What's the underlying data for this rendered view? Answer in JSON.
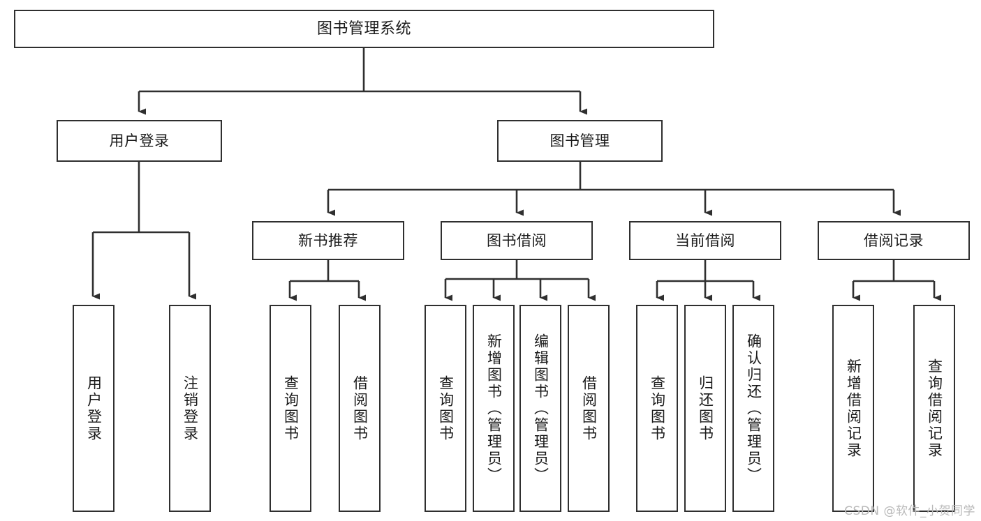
{
  "diagram": {
    "title": "图书管理系统",
    "type": "tree",
    "line_color": "#2f2f2f",
    "box_fill": "#ffffff",
    "text_color": "#1a1a1a",
    "watermark": "CSDN @软件_小贺同学",
    "nodes": {
      "root": {
        "label": "图书管理系统"
      },
      "level2": [
        {
          "id": "user-login",
          "label": "用户登录"
        },
        {
          "id": "book-admin",
          "label": "图书管理"
        }
      ],
      "level3": [
        {
          "id": "new-book-recommend",
          "label": "新书推荐"
        },
        {
          "id": "book-borrow",
          "label": "图书借阅"
        },
        {
          "id": "current-borrow",
          "label": "当前借阅"
        },
        {
          "id": "borrow-record",
          "label": "借阅记录"
        }
      ],
      "leaves": {
        "user_login": [
          {
            "id": "leaf-user-login",
            "label": "用户登录"
          },
          {
            "id": "leaf-logout-login",
            "label": "注销登录"
          }
        ],
        "new_book_recommend": [
          {
            "id": "leaf-query-book-1",
            "label": "查询图书"
          },
          {
            "id": "leaf-borrow-book-1",
            "label": "借阅图书"
          }
        ],
        "book_borrow": [
          {
            "id": "leaf-query-book-2",
            "label": "查询图书"
          },
          {
            "id": "leaf-add-book",
            "label": "新增图书（管理员）"
          },
          {
            "id": "leaf-edit-book",
            "label": "编辑图书（管理员）"
          },
          {
            "id": "leaf-borrow-book-2",
            "label": "借阅图书"
          }
        ],
        "current_borrow": [
          {
            "id": "leaf-query-book-3",
            "label": "查询图书"
          },
          {
            "id": "leaf-return-book",
            "label": "归还图书"
          },
          {
            "id": "leaf-confirm-return",
            "label": "确认归还（管理员）"
          }
        ],
        "borrow_record": [
          {
            "id": "leaf-add-record",
            "label": "新增借阅记录"
          },
          {
            "id": "leaf-query-record",
            "label": "查询借阅记录"
          }
        ]
      }
    }
  }
}
